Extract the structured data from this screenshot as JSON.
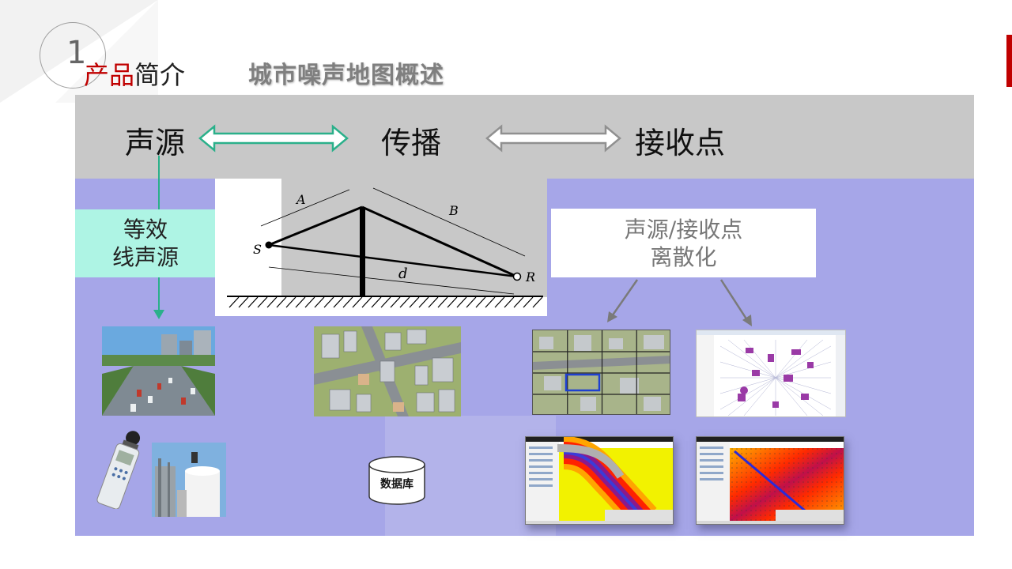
{
  "header": {
    "slide_number": "1",
    "title_red": "产品",
    "title_black": "简介",
    "subtitle": "城市噪声地图概述"
  },
  "flow": {
    "source": "声源",
    "propagation": "传播",
    "receiver": "接收点"
  },
  "boxes": {
    "line_source_l1": "等效",
    "line_source_l2": "线声源",
    "discrete_l1": "声源/接收点",
    "discrete_l2": "离散化"
  },
  "barrier_diagram": {
    "label_A": "A",
    "label_B": "B",
    "label_S": "S",
    "label_R": "R",
    "label_d": "d"
  },
  "database": {
    "label": "数据库"
  },
  "colors": {
    "accent_red": "#c00000",
    "band_gray": "#c8c8c8",
    "main_purple": "#a6a6e8",
    "teal_box": "#aef4e4",
    "arrow_green": "#2ab08a",
    "arrow_gray": "#909090"
  }
}
